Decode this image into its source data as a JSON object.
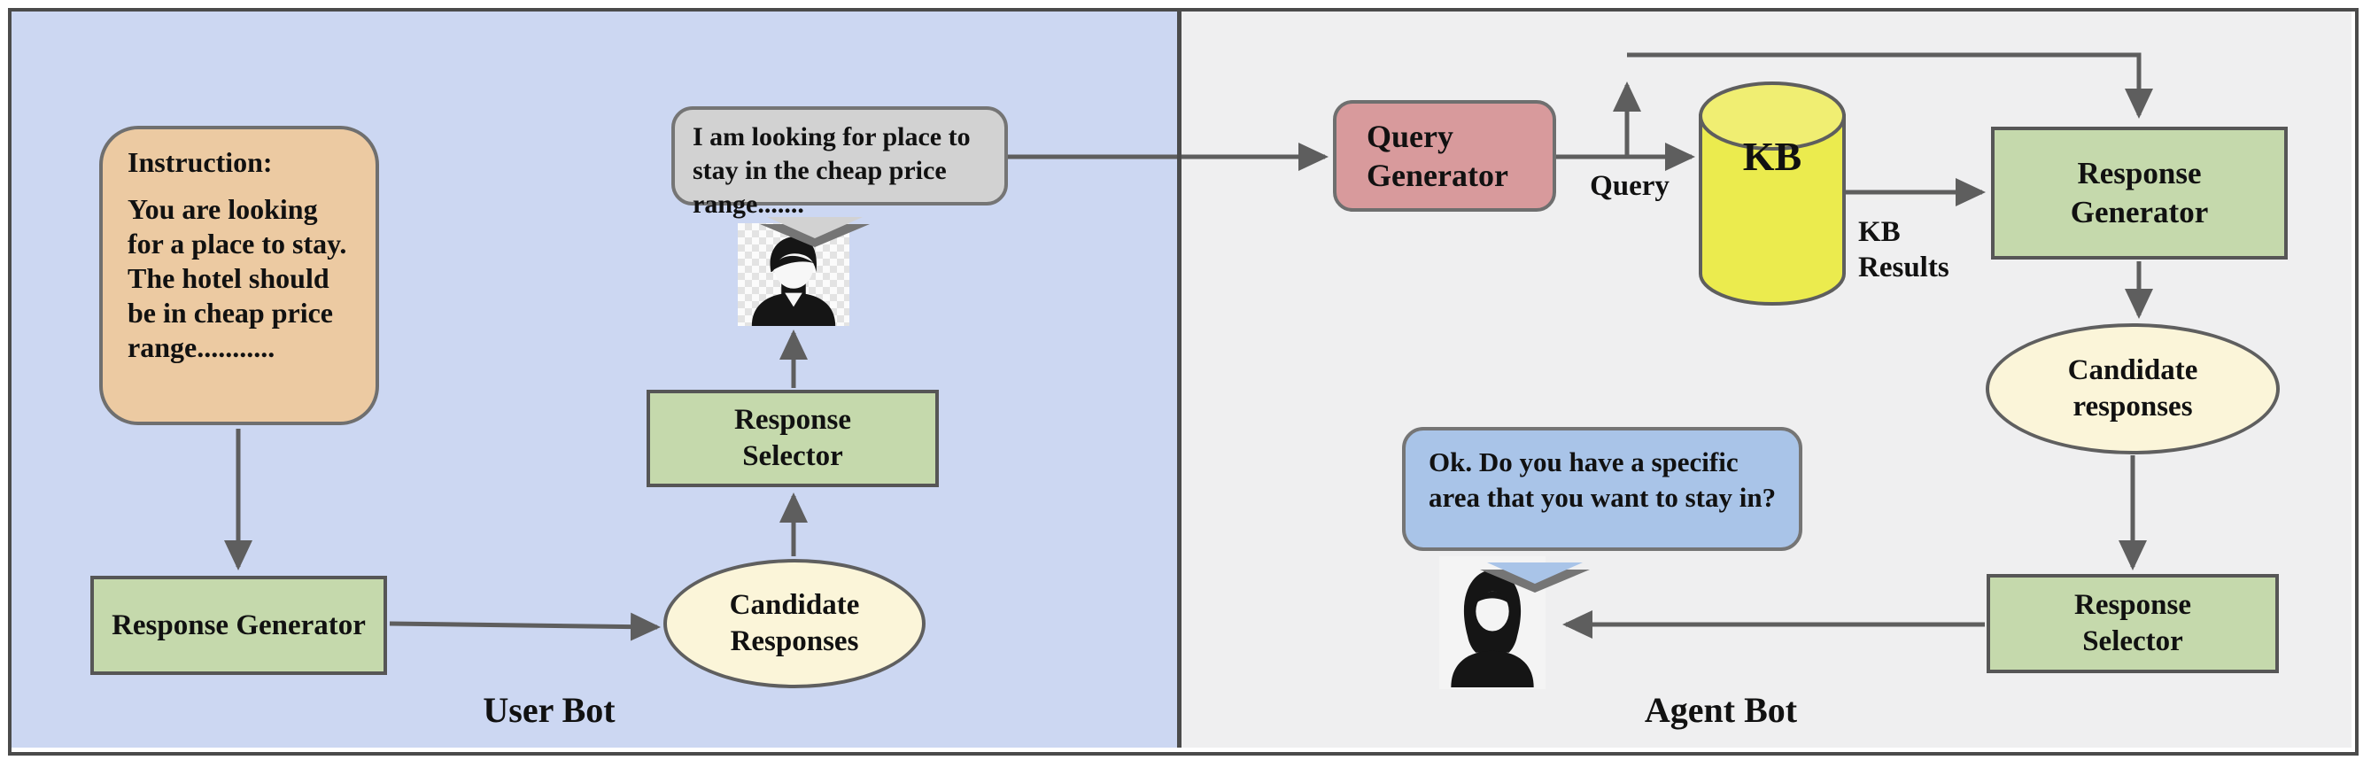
{
  "figure": {
    "title": "User Bot / Agent Bot dialogue system diagram"
  },
  "user_bot": {
    "panel_label": "User Bot",
    "instruction_title": "Instruction:",
    "instruction_body": "You are looking for  a place to stay. The hotel should be in cheap price range...........",
    "response_generator_label": "Response Generator",
    "candidate_responses_label": "Candidate Responses",
    "response_selector_label": "Response Selector",
    "utterance": "I am looking for place to  stay in the cheap price range......."
  },
  "agent_bot": {
    "panel_label": "Agent Bot",
    "query_generator_label": "Query Generator",
    "query_edge_label": "Query",
    "kb_label": "KB",
    "kb_results_edge_label": "KB Results",
    "response_generator_label": "Response Generator",
    "candidate_responses_label": "Candidate responses",
    "response_selector_label": "Response Selector",
    "utterance": "Ok. Do you have a specific area that you want to stay in?"
  },
  "colors": {
    "user_panel_bg": "#ccd7f2",
    "agent_panel_bg": "#efeff0",
    "instruction_fill": "#eccaa2",
    "process_fill": "#c5d9ac",
    "candidate_fill": "#fbf5d9",
    "query_generator_fill": "#d89a9c",
    "kb_fill": "#ebeb4e",
    "user_bubble_fill": "#d2d2d2",
    "agent_bubble_fill": "#a9c4e8",
    "connector": "#5e5e5e",
    "frame": "#4b4b4b"
  }
}
